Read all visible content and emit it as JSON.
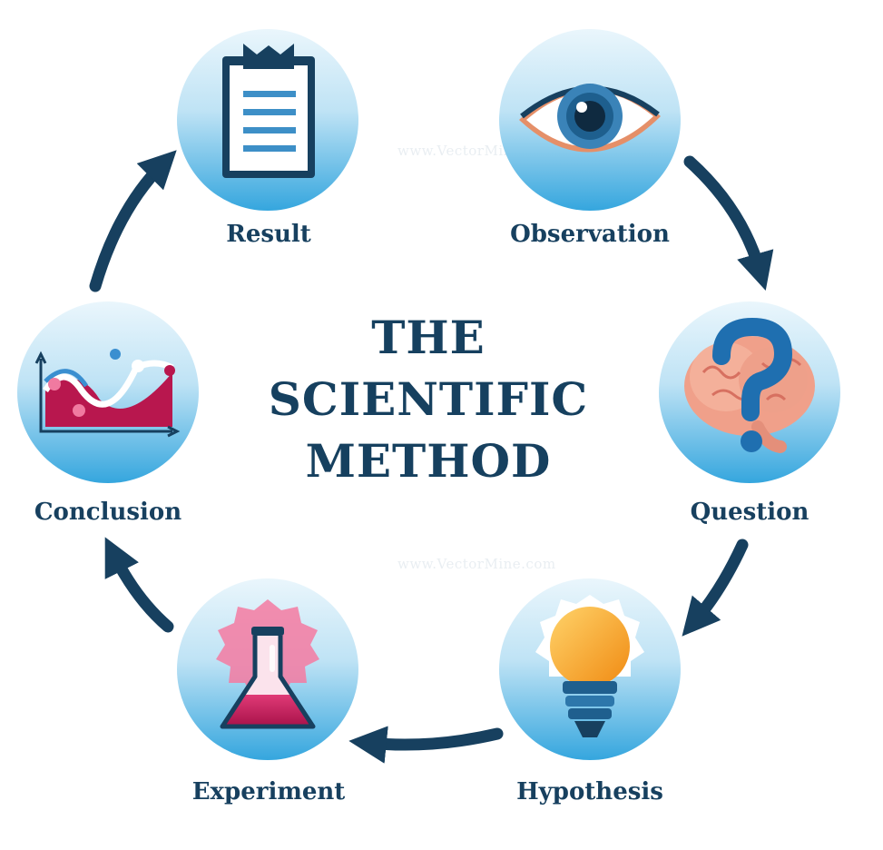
{
  "title": {
    "line1": "THE",
    "line2": "SCIENTIFIC",
    "line3": "METHOD"
  },
  "steps": [
    {
      "label": "Result",
      "icon": "clipboard-icon"
    },
    {
      "label": "Observation",
      "icon": "eye-icon"
    },
    {
      "label": "Question",
      "icon": "brain-question-icon"
    },
    {
      "label": "Hypothesis",
      "icon": "lightbulb-icon"
    },
    {
      "label": "Experiment",
      "icon": "flask-icon"
    },
    {
      "label": "Conclusion",
      "icon": "chart-icon"
    }
  ],
  "watermark": "www.VectorMine.com",
  "colors": {
    "dark_blue": "#17405f",
    "circle_light": "#e6f4fb",
    "circle_dark": "#3aa9df",
    "arrow": "#17405f",
    "accent_red": "#b8174e",
    "accent_pink": "#f07aa0",
    "bulb_orange": "#f5a21c"
  }
}
